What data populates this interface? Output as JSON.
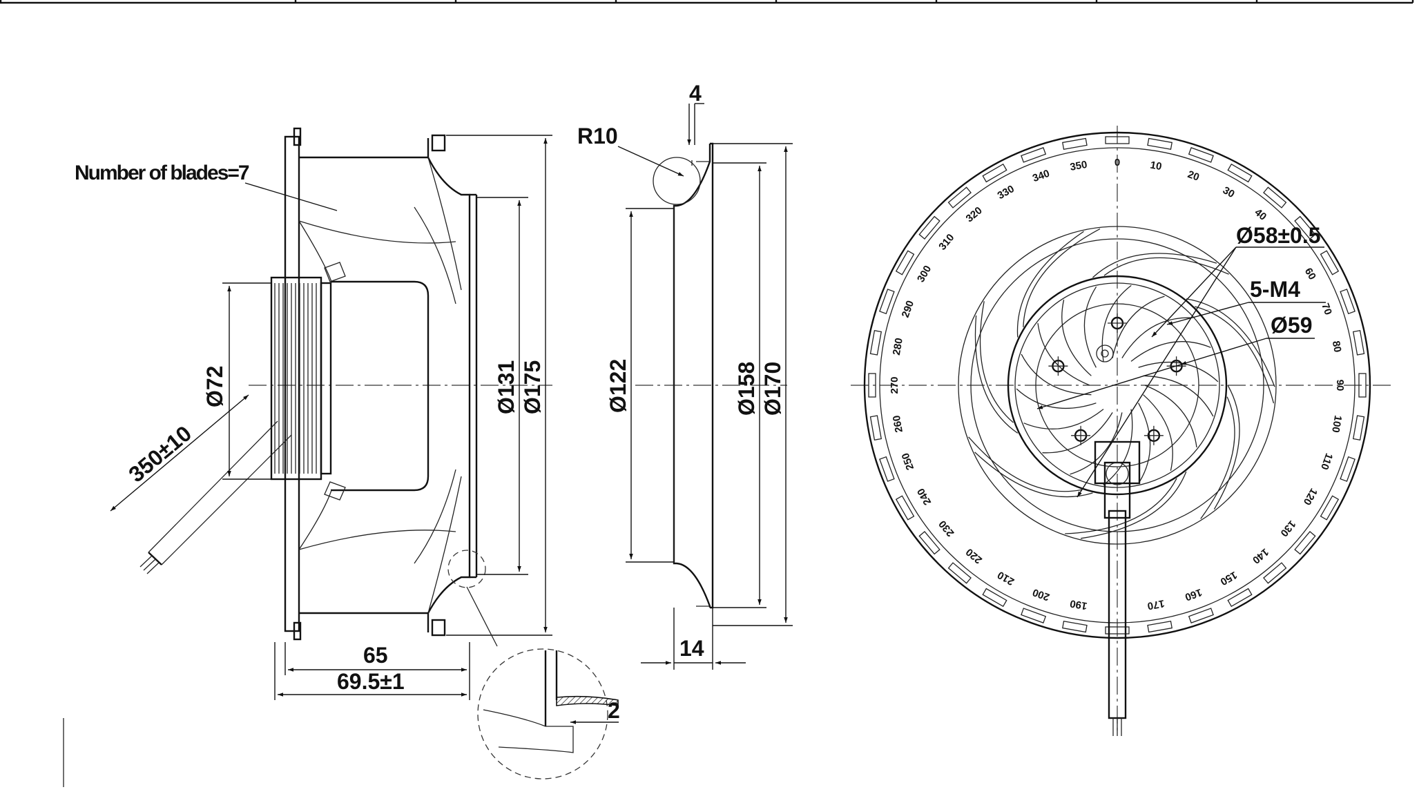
{
  "labels": {
    "blades_note": "Number of blades=7",
    "d72": "Ø72",
    "cable_len": "350±10",
    "d131": "Ø131",
    "d175": "Ø175",
    "len65": "65",
    "len69": "69.5±1",
    "detail_2": "2",
    "r10": "R10",
    "gap4": "4",
    "d122": "Ø122",
    "d158": "Ø158",
    "d170": "Ø170",
    "width14": "14",
    "d58": "Ø58±0.5",
    "m4": "5-M4",
    "d59": "Ø59"
  },
  "angle_scale": [
    "0",
    "10",
    "20",
    "30",
    "40",
    "60",
    "70",
    "80",
    "90",
    "100",
    "110",
    "120",
    "130",
    "140",
    "150",
    "160",
    "170",
    "190",
    "200",
    "210",
    "220",
    "230",
    "240",
    "250",
    "260",
    "270",
    "280",
    "290",
    "300",
    "310",
    "320",
    "330",
    "340",
    "350"
  ]
}
